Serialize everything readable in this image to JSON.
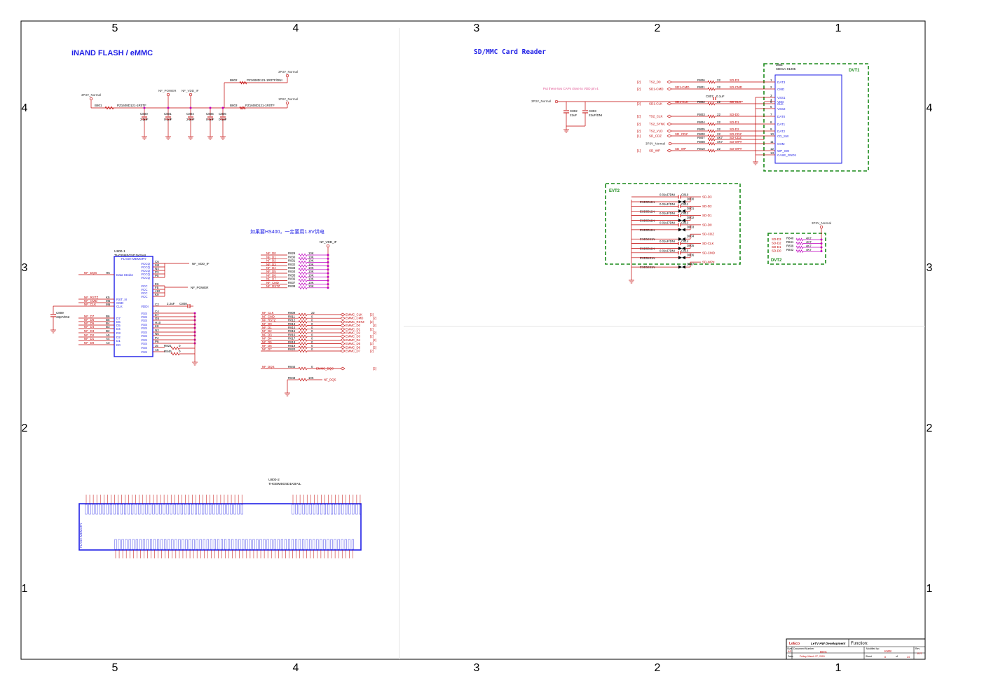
{
  "frame": {
    "column_labels": [
      "5",
      "4",
      "3",
      "2",
      "1"
    ],
    "row_labels": [
      "4",
      "3",
      "2",
      "1"
    ]
  },
  "titles": {
    "inand": "iNAND FLASH / eMMC",
    "sd": "SD/MMC Card Reader"
  },
  "notes": {
    "cn_note": "如果要HS400，一定要用1.8V供电",
    "sd_note": "Put these two CAPs close to VDD pin 4."
  },
  "power_section": {
    "rails": [
      "3P3V_Normal",
      "NF_POWER",
      "NF_VDD_IF",
      "3P3V_Normal",
      "1P8V_Normal"
    ],
    "beads": [
      {
        "ref": "B801",
        "part": "PZ1608D121-1R0TF"
      },
      {
        "ref": "B802",
        "part": "PZ1608D121-1R0TF/DNI"
      },
      {
        "ref": "B803",
        "part": "PZ1608D121-1R0TF"
      }
    ],
    "caps": [
      {
        "ref": "C800",
        "value": "2.2uF"
      },
      {
        "ref": "C801",
        "value": "0.1uF"
      },
      {
        "ref": "C804",
        "value": "2.2uF"
      },
      {
        "ref": "C805",
        "value": "0.1uF"
      },
      {
        "ref": "C806",
        "value": "0.1uF"
      }
    ]
  },
  "u800_1": {
    "ref": "U800-1",
    "part": "THGBMBG5D1KBAIL",
    "header": "FLASH MEMORY",
    "left_pins": [
      {
        "net": "NF_DQS",
        "pin": "H5",
        "name": "Data Strobe"
      },
      {
        "net": "NF_RSTZ",
        "pin": "K5",
        "name": "RST_N"
      },
      {
        "net": "NF_CMD",
        "pin": "M5",
        "name": "CMD"
      },
      {
        "net": "NF_CLK",
        "pin": "M6",
        "name": "CLK"
      },
      {
        "net": "NF_D7",
        "pin": "B6",
        "name": "D7"
      },
      {
        "net": "NF_D6",
        "pin": "B5",
        "name": "D6"
      },
      {
        "net": "NF_D5",
        "pin": "B4",
        "name": "D5"
      },
      {
        "net": "NF_D4",
        "pin": "B3",
        "name": "D4"
      },
      {
        "net": "NF_D3",
        "pin": "B2",
        "name": "D3"
      },
      {
        "net": "NF_D2",
        "pin": "A5",
        "name": "D2"
      },
      {
        "net": "NF_D1",
        "pin": "A4",
        "name": "D1"
      },
      {
        "net": "NF_D0",
        "pin": "A3",
        "name": "D0"
      }
    ],
    "right_pins": [
      {
        "pin": "C6",
        "name": "VCCQ"
      },
      {
        "pin": "M4",
        "name": "VCCQ"
      },
      {
        "pin": "N4",
        "name": "VCCQ"
      },
      {
        "pin": "P3",
        "name": "VCCQ"
      },
      {
        "pin": "P5",
        "name": "VCCQ"
      },
      {
        "pin": "E6",
        "name": "VCC"
      },
      {
        "pin": "F5",
        "name": "VCC"
      },
      {
        "pin": "J10",
        "name": "VCC"
      },
      {
        "pin": "K9",
        "name": "VCC"
      },
      {
        "pin": "C2",
        "name": "VDDI"
      },
      {
        "pin": "C4",
        "name": "VSS"
      },
      {
        "pin": "E7",
        "name": "VSS"
      },
      {
        "pin": "G5",
        "name": "VSS"
      },
      {
        "pin": "H10",
        "name": "VSS"
      },
      {
        "pin": "K8",
        "name": "VSS"
      },
      {
        "pin": "N2",
        "name": "VSS"
      },
      {
        "pin": "N5",
        "name": "VSS"
      },
      {
        "pin": "P4",
        "name": "VSS"
      },
      {
        "pin": "P6",
        "name": "VSS"
      },
      {
        "pin": "J5",
        "name": "VSS"
      },
      {
        "pin": "A6",
        "name": "VSS"
      }
    ],
    "nets_out": [
      "NF_VDD_IF",
      "NF_POWER"
    ],
    "cap_c809": {
      "ref": "C809",
      "value": "33pF/DNI"
    },
    "cap_c808": {
      "ref": "C808",
      "value": "2.2uF"
    },
    "r_extra": [
      {
        "ref": "R821",
        "value": "0"
      },
      {
        "ref": "R846",
        "value": "0"
      }
    ]
  },
  "pullups": {
    "rail": "NF_VDD_IF",
    "rows": [
      {
        "net": "NF_D0",
        "ref": "R829",
        "value": "10K"
      },
      {
        "net": "NF_D1",
        "ref": "R830",
        "value": "10K"
      },
      {
        "net": "NF_D2",
        "ref": "R831",
        "value": "10K"
      },
      {
        "net": "NF_D3",
        "ref": "R832",
        "value": "10K"
      },
      {
        "net": "NF_D4",
        "ref": "R833",
        "value": "10K"
      },
      {
        "net": "NF_D5",
        "ref": "R834",
        "value": "10K"
      },
      {
        "net": "NF_D6",
        "ref": "R835",
        "value": "10K"
      },
      {
        "net": "NF_D7",
        "ref": "R836",
        "value": "10K"
      },
      {
        "net": "NF_CMD",
        "ref": "R837",
        "value": "10K"
      },
      {
        "net": "NF_RSTZ",
        "ref": "R838",
        "value": "10K"
      }
    ]
  },
  "series": {
    "rows": [
      {
        "net": "NF_CLK",
        "ref": "R809",
        "value": "22",
        "out": "EMMC_CLK",
        "sheet": "[2]"
      },
      {
        "net": "NF_CMD",
        "ref": "R811",
        "value": "0",
        "out": "EMMC_CMD",
        "sheet": "[2]"
      },
      {
        "net": "NF_RSTZ",
        "ref": "R812",
        "value": "0",
        "out": "EMMC_RSTZ",
        "sheet": "[2]"
      },
      {
        "net": "NF_D0",
        "ref": "R813",
        "value": "0",
        "out": "EMMC_D0",
        "sheet": "[2]"
      },
      {
        "net": "NF_D1",
        "ref": "R814",
        "value": "0",
        "out": "EMMC_D1",
        "sheet": "[2]"
      },
      {
        "net": "NF_D2",
        "ref": "R815",
        "value": "0",
        "out": "EMMC_D2",
        "sheet": "[2]"
      },
      {
        "net": "NF_D3",
        "ref": "R816",
        "value": "0",
        "out": "EMMC_D3",
        "sheet": "[2]"
      },
      {
        "net": "NF_D4",
        "ref": "R817",
        "value": "0",
        "out": "EMMC_D4",
        "sheet": "[2]"
      },
      {
        "net": "NF_D5",
        "ref": "R818",
        "value": "0",
        "out": "EMMC_D5",
        "sheet": "[2]"
      },
      {
        "net": "NF_D6",
        "ref": "R819",
        "value": "0",
        "out": "EMMC_D6",
        "sheet": "[2]"
      },
      {
        "net": "NF_D7",
        "ref": "R820",
        "value": "0",
        "out": "EMMC_D7",
        "sheet": "[2]"
      }
    ],
    "dqs": {
      "net": "NF_DQS",
      "ref": "R844",
      "value": "0",
      "out": "EMMC_DQS",
      "sheet": "[2]"
    },
    "pd": {
      "ref": "R843",
      "value": "10K",
      "net": "NF_DQS"
    }
  },
  "u800_2": {
    "ref": "U800-2",
    "part": "THGBMBG5D1KBAIL",
    "body_label": "FLASH MEMORY"
  },
  "sd_section": {
    "connector": {
      "ref": "J801",
      "part": "SD01A-01205"
    },
    "dvt1": "DVT1",
    "dvt2": "DVT2",
    "evt2": "EVT2",
    "caps": [
      {
        "ref": "C802",
        "value": "22uF"
      },
      {
        "ref": "C803",
        "value": "22uF/DNI"
      },
      {
        "ref": "C807",
        "value": "0.1uF"
      }
    ],
    "rail": "3P3V_Normal",
    "left_rows": [
      {
        "sheet": "[2]",
        "net": "TS2_D0",
        "mid": "",
        "ref": "R806",
        "value": "22",
        "sd": "SD-D3",
        "pin": "1",
        "name": "DAT3"
      },
      {
        "sheet": "[2]",
        "net": "SD1-CMD",
        "mid": "SD1-CMD",
        "ref": "R801",
        "value": "22",
        "sd": "SD-CMD",
        "pin": "2",
        "name": "CMD"
      },
      {
        "sheet": "",
        "net": "",
        "mid": "",
        "ref": "",
        "value": "",
        "sd": "",
        "pin": "3",
        "name": "VSS1"
      },
      {
        "sheet": "",
        "net": "3P3V_Normal",
        "mid": "",
        "ref": "",
        "value": "",
        "sd": "",
        "pin": "4",
        "name": "VDD"
      },
      {
        "sheet": "[2]",
        "net": "SD1-CLK",
        "mid": "SD1-CLK",
        "ref": "R802",
        "value": "22",
        "sd": "SD-CLK",
        "pin": "5",
        "name": "CLK"
      },
      {
        "sheet": "",
        "net": "",
        "mid": "",
        "ref": "",
        "value": "",
        "sd": "",
        "pin": "6",
        "name": "VSS2"
      },
      {
        "sheet": "[2]",
        "net": "TS2_CLK",
        "mid": "",
        "ref": "R803",
        "value": "22",
        "sd": "SD-D0",
        "pin": "7",
        "name": "DAT0"
      },
      {
        "sheet": "[2]",
        "net": "TS2_SYNC",
        "mid": "",
        "ref": "R804",
        "value": "22",
        "sd": "SD-D1",
        "pin": "8",
        "name": "DAT1"
      },
      {
        "sheet": "[2]",
        "net": "TS2_VLD",
        "mid": "",
        "ref": "R805",
        "value": "22",
        "sd": "SD-D2",
        "pin": "9",
        "name": "DAT2"
      },
      {
        "sheet": "[1]",
        "net": "SD_CDZ",
        "mid": "SD_CDZ",
        "ref": "R800",
        "value": "22",
        "sd": "SD-CDZ",
        "pin": "10",
        "name": "CD_SW"
      },
      {
        "sheet": "",
        "net": "",
        "mid": "",
        "ref": "R807",
        "value": "4K7",
        "sd": "SD-CDZ",
        "pin": "",
        "name": ""
      },
      {
        "sheet": "",
        "net": "3P3V_Normal",
        "mid": "",
        "ref": "R808",
        "value": "4K7",
        "sd": "SD-WP#",
        "pin": "11",
        "name": "COM"
      },
      {
        "sheet": "[1]",
        "net": "SD_WP",
        "mid": "SD_WP",
        "ref": "R810",
        "value": "22",
        "sd": "SD-WP#",
        "pin": "12",
        "name": "WP_SW"
      },
      {
        "sheet": "",
        "net": "",
        "mid": "",
        "ref": "",
        "value": "",
        "sd": "",
        "pin": "13",
        "name": "CASE_GND1"
      }
    ],
    "esd": [
      {
        "cap": "0.01uF/DNI",
        "cref": "C810",
        "esd": "ESD5311N",
        "dref": "D800",
        "net": "SD-D3"
      },
      {
        "cap": "0.01uF/DNI",
        "cref": "C811",
        "esd": "ESD5311N",
        "dref": "D801",
        "net": "SD-D2"
      },
      {
        "cap": "0.01uF/DNI",
        "cref": "C812",
        "esd": "ESD5311N",
        "dref": "D802",
        "net": "SD-D1"
      },
      {
        "cap": "0.01uF/DNI",
        "cref": "C813",
        "esd": "ESD5311N",
        "dref": "D803",
        "net": "SD-D0"
      },
      {
        "cap": "",
        "cref": "",
        "esd": "ESD5451N",
        "dref": "D804",
        "net": "SD-CDZ"
      },
      {
        "cap": "0.01uF/DNI",
        "cref": "C814",
        "esd": "ESD5311N",
        "dref": "D805",
        "net": "SD-CLK"
      },
      {
        "cap": "0.01uF/DNI",
        "cref": "C815",
        "esd": "ESD5451N",
        "dref": "D806",
        "net": "SD-CMD"
      },
      {
        "cap": "",
        "cref": "",
        "esd": "ESD5451N",
        "dref": "D807",
        "net": "SD-WP#"
      }
    ],
    "pullup_rows": [
      {
        "net": "SD-D3",
        "ref": "R840",
        "value": "4K7"
      },
      {
        "net": "SD-D2",
        "ref": "R841",
        "value": "4K7"
      },
      {
        "net": "SD-D1",
        "ref": "R839",
        "value": "4K7"
      },
      {
        "net": "SD-D0",
        "ref": "R842",
        "value": "4K7"
      }
    ]
  },
  "title_block": {
    "logo": "LeEco",
    "dept": "LeTV HW Development",
    "function_label": "Function:",
    "size_label": "Size",
    "size": "A3",
    "doc_label": "Document Number",
    "doc": "DDC",
    "modified_label": "Modified by:",
    "modified": "KW8",
    "rev_label": "Rev",
    "rev": "EVT",
    "date_label": "Date:",
    "date": "Friday, March 27, 2015",
    "sheet_label": "Sheet",
    "sheet": "8",
    "of_label": "of",
    "of": "24"
  },
  "colors": {
    "wire": "#c00000",
    "body": "#1e1ee6",
    "title": "#1e1ee6",
    "pin": "#c000c0",
    "dvt": "#1a8a1a",
    "frame": "#000000"
  }
}
